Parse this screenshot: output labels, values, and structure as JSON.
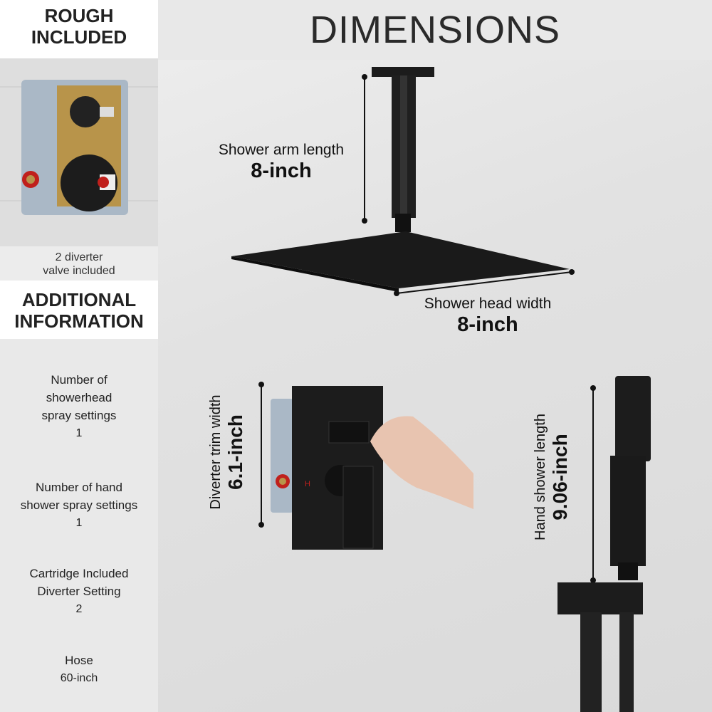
{
  "left": {
    "rough_title": [
      "ROUGH",
      "INCLUDED"
    ],
    "rough_caption": [
      "2 diverter",
      "valve included"
    ],
    "additional_title": [
      "ADDITIONAL",
      "INFORMATION"
    ],
    "specs": [
      {
        "lines": [
          "Number of",
          "showerhead",
          "spray settings"
        ],
        "value": "1"
      },
      {
        "lines": [
          "Number of hand",
          "shower spray settings"
        ],
        "value": "1"
      },
      {
        "lines": [
          "Cartridge Included",
          "Diverter Setting"
        ],
        "value": "2"
      },
      {
        "lines": [
          "Hose"
        ],
        "value": "60-inch"
      }
    ]
  },
  "main": {
    "title": "DIMENSIONS",
    "arm": {
      "label": "Shower arm length",
      "value": "8-inch"
    },
    "head": {
      "label": "Shower head width",
      "value": "8-inch"
    },
    "trim": {
      "label": "Diverter trim width",
      "value": "6.1-inch"
    },
    "hand": {
      "label": "Hand shower length",
      "value": "9.06-inch"
    }
  },
  "colors": {
    "fixture": "#1c1c1c",
    "accent_red": "#c0201c",
    "brass": "#b8944a"
  }
}
